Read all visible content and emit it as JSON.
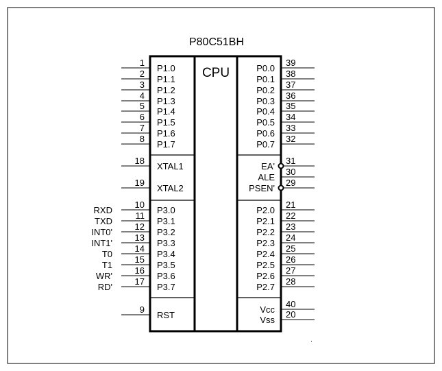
{
  "title": "P80C51BH",
  "cpu_label": "CPU",
  "left_pins": [
    {
      "num": "1",
      "label": "P1.0",
      "ext": ""
    },
    {
      "num": "2",
      "label": "P1.1",
      "ext": ""
    },
    {
      "num": "3",
      "label": "P1.2",
      "ext": ""
    },
    {
      "num": "4",
      "label": "P1.3",
      "ext": ""
    },
    {
      "num": "5",
      "label": "P1.4",
      "ext": ""
    },
    {
      "num": "6",
      "label": "P1.5",
      "ext": ""
    },
    {
      "num": "7",
      "label": "P1.6",
      "ext": ""
    },
    {
      "num": "8",
      "label": "P1.7",
      "ext": ""
    },
    {
      "num": "18",
      "label": "XTAL1",
      "ext": ""
    },
    {
      "num": "19",
      "label": "XTAL2",
      "ext": ""
    },
    {
      "num": "10",
      "label": "P3.0",
      "ext": "RXD"
    },
    {
      "num": "11",
      "label": "P3.1",
      "ext": "TXD"
    },
    {
      "num": "12",
      "label": "P3.2",
      "ext": "INT0'"
    },
    {
      "num": "13",
      "label": "P3.3",
      "ext": "INT1'"
    },
    {
      "num": "14",
      "label": "P3.4",
      "ext": "T0"
    },
    {
      "num": "15",
      "label": "P3.5",
      "ext": "T1"
    },
    {
      "num": "16",
      "label": "P3.6",
      "ext": "WR'"
    },
    {
      "num": "17",
      "label": "P3.7",
      "ext": "RD'"
    },
    {
      "num": "9",
      "label": "RST",
      "ext": ""
    }
  ],
  "right_pins": [
    {
      "num": "39",
      "label": "P0.0",
      "bubble": false
    },
    {
      "num": "38",
      "label": "P0.1",
      "bubble": false
    },
    {
      "num": "37",
      "label": "P0.2",
      "bubble": false
    },
    {
      "num": "36",
      "label": "P0.3",
      "bubble": false
    },
    {
      "num": "35",
      "label": "P0.4",
      "bubble": false
    },
    {
      "num": "34",
      "label": "P0.5",
      "bubble": false
    },
    {
      "num": "33",
      "label": "P0.6",
      "bubble": false
    },
    {
      "num": "32",
      "label": "P0.7",
      "bubble": false
    },
    {
      "num": "31",
      "label": "EA'",
      "bubble": true
    },
    {
      "num": "30",
      "label": "ALE",
      "bubble": false
    },
    {
      "num": "29",
      "label": "PSEN'",
      "bubble": true
    },
    {
      "num": "21",
      "label": "P2.0",
      "bubble": false
    },
    {
      "num": "22",
      "label": "P2.1",
      "bubble": false
    },
    {
      "num": "23",
      "label": "P2.2",
      "bubble": false
    },
    {
      "num": "24",
      "label": "P2.3",
      "bubble": false
    },
    {
      "num": "25",
      "label": "P2.4",
      "bubble": false
    },
    {
      "num": "26",
      "label": "P2.5",
      "bubble": false
    },
    {
      "num": "27",
      "label": "P2.6",
      "bubble": false
    },
    {
      "num": "28",
      "label": "P2.7",
      "bubble": false
    },
    {
      "num": "40",
      "label": "Vcc",
      "bubble": false
    },
    {
      "num": "20",
      "label": "Vss",
      "bubble": false
    }
  ]
}
